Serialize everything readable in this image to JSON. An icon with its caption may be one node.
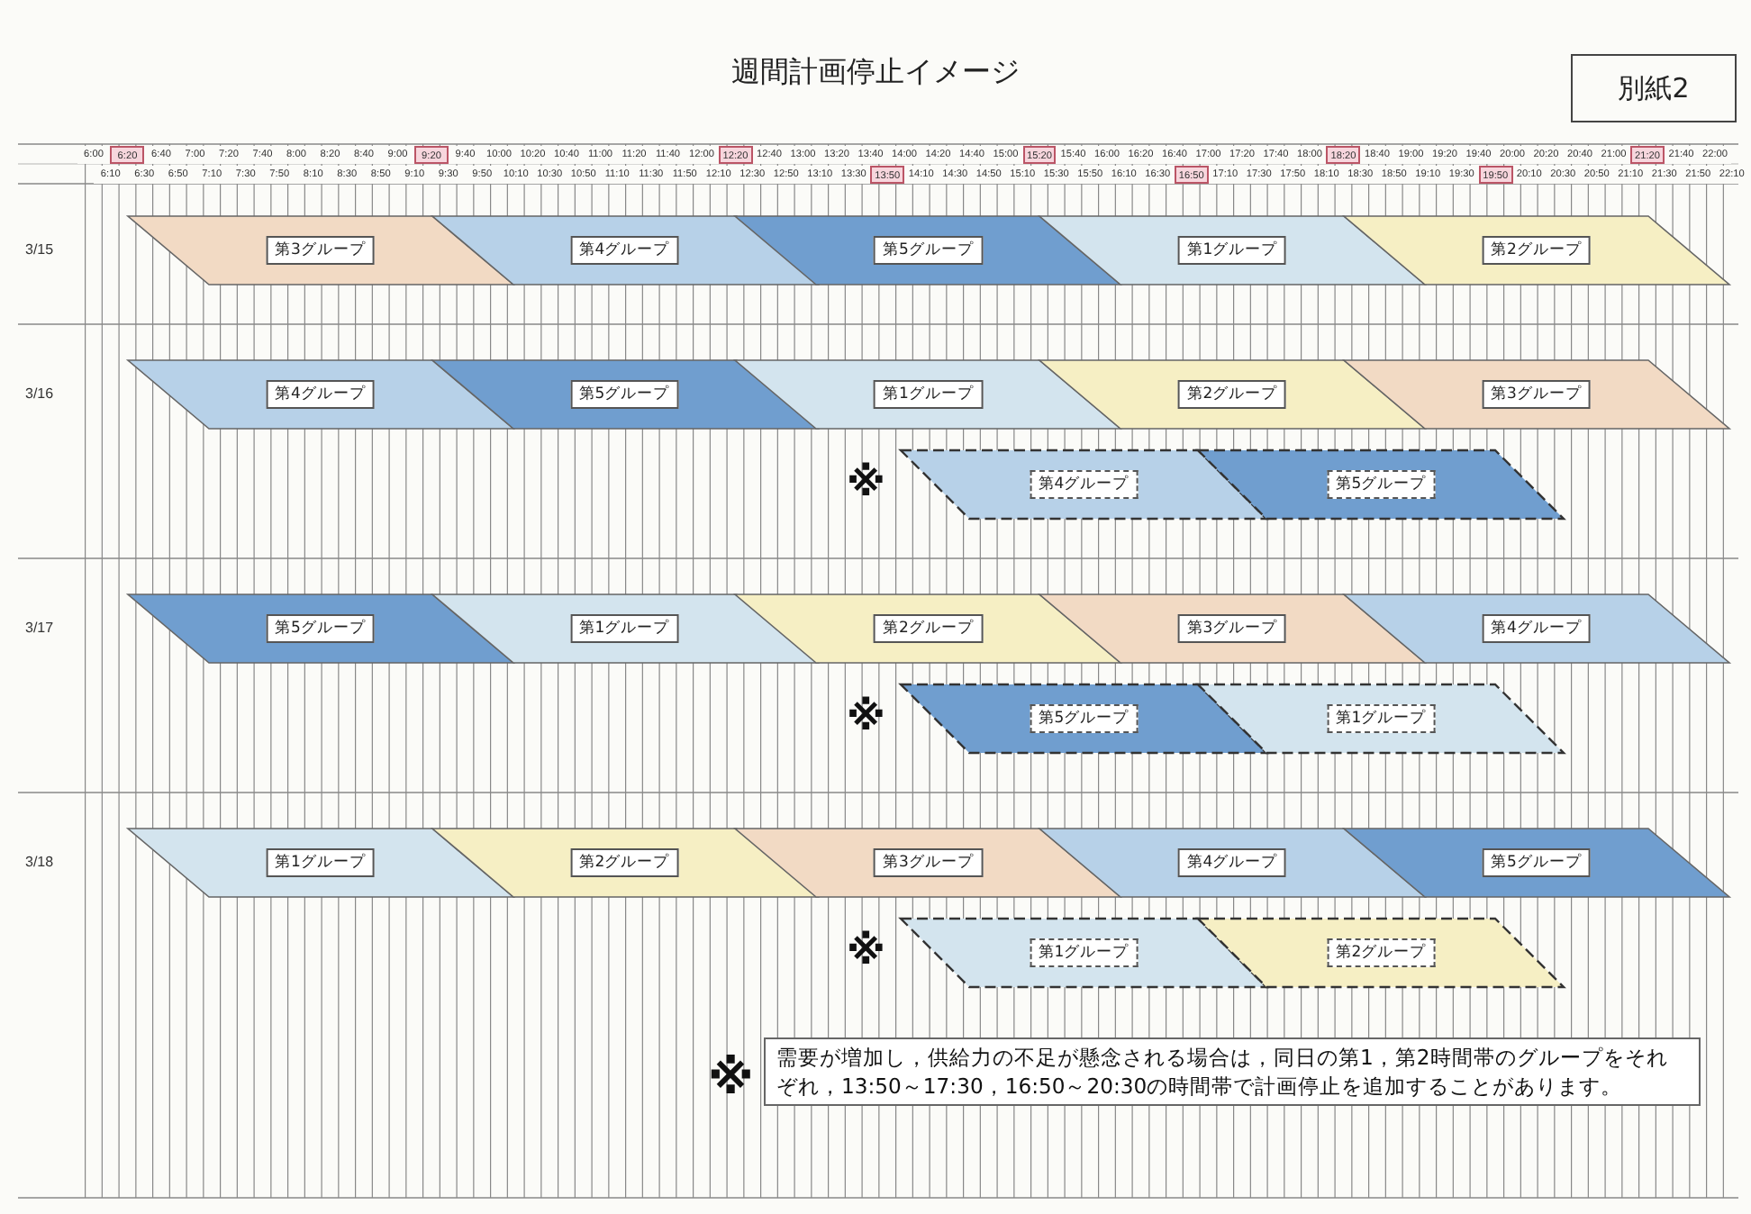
{
  "diagram": {
    "title": "週間計画停止イメージ",
    "nodes": [
      {
        "text": [
          "別紙2"
        ]
      },
      {
        "text": [
          "第3グループ"
        ]
      },
      {
        "text": [
          "第4グループ"
        ]
      },
      {
        "text": [
          "第5グループ"
        ]
      },
      {
        "text": [
          "第1グループ"
        ]
      },
      {
        "text": [
          "第2グループ"
        ]
      },
      {
        "text": [
          "第4グループ"
        ]
      },
      {
        "text": [
          "第5グループ"
        ]
      },
      {
        "text": [
          "第1グループ"
        ]
      },
      {
        "text": [
          "第2グループ"
        ]
      },
      {
        "text": [
          "第3グループ"
        ]
      },
      {
        "text": [
          "第4グループ"
        ]
      },
      {
        "text": [
          "第5グループ"
        ]
      },
      {
        "text": [
          "第5グループ"
        ]
      },
      {
        "text": [
          "第1グループ"
        ]
      },
      {
        "text": [
          "第2グループ"
        ]
      },
      {
        "text": [
          "第3グループ"
        ]
      },
      {
        "text": [
          "第4グループ"
        ]
      },
      {
        "text": [
          "第5グループ"
        ]
      },
      {
        "text": [
          "第1グループ"
        ]
      },
      {
        "text": [
          "第1グループ"
        ]
      },
      {
        "text": [
          "第2グループ"
        ]
      },
      {
        "text": [
          "第3グループ"
        ]
      },
      {
        "text": [
          "第4グループ"
        ]
      },
      {
        "text": [
          "第5グループ"
        ]
      },
      {
        "text": [
          "第1グループ"
        ]
      },
      {
        "text": [
          "第2グループ"
        ]
      },
      {
        "text": [
          "需要が増加し，供給力の不足が懸念される場合は，同日の第1，第2時間帯のグループをそれぞれ，13:50～17:30，16:50～20:30の時間帯で計画停止を追加することがあります。"
        ]
      }
    ],
    "labels": [
      "6:00",
      "6:20",
      "6:40",
      "7:00",
      "7:20",
      "7:40",
      "8:00",
      "8:20",
      "8:40",
      "9:00",
      "9:20",
      "9:40",
      "10:00",
      "10:20",
      "10:40",
      "11:00",
      "11:20",
      "11:40",
      "12:00",
      "12:20",
      "12:40",
      "13:00",
      "13:20",
      "13:40",
      "14:00",
      "14:20",
      "14:40",
      "15:00",
      "15:20",
      "15:40",
      "16:00",
      "16:20",
      "16:40",
      "17:00",
      "17:20",
      "17:40",
      "18:00",
      "18:20",
      "18:40",
      "19:00",
      "19:20",
      "19:40",
      "20:00",
      "20:20",
      "20:40",
      "21:00",
      "21:20",
      "21:40",
      "22:00",
      "6:10",
      "6:30",
      "6:50",
      "7:10",
      "7:30",
      "7:50",
      "8:10",
      "8:30",
      "8:50",
      "9:10",
      "9:30",
      "9:50",
      "10:10",
      "10:30",
      "10:50",
      "11:10",
      "11:30",
      "11:50",
      "12:10",
      "12:30",
      "12:50",
      "13:10",
      "13:30",
      "13:50",
      "14:10",
      "14:30",
      "14:50",
      "15:10",
      "15:30",
      "15:50",
      "16:10",
      "16:30",
      "16:50",
      "17:10",
      "17:30",
      "17:50",
      "18:10",
      "18:30",
      "18:50",
      "19:10",
      "19:30",
      "19:50",
      "20:10",
      "20:30",
      "20:50",
      "21:10",
      "21:30",
      "21:50",
      "22:10",
      "3/15",
      "3/16",
      "3/17",
      "3/18",
      "※",
      "※",
      "※",
      "※"
    ]
  }
}
